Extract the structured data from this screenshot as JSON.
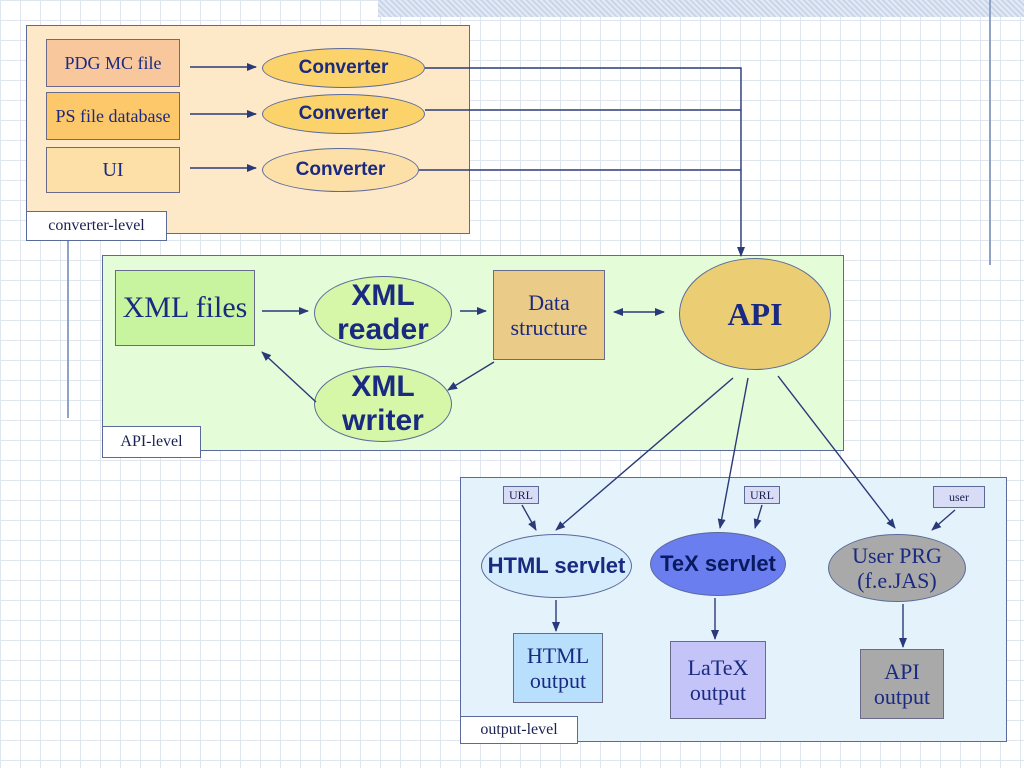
{
  "converter_level": {
    "tag": "converter-level",
    "sources": [
      "PDG MC file",
      "PS file database",
      "UI"
    ],
    "converters": [
      "Converter",
      "Converter",
      "Converter"
    ]
  },
  "api_level": {
    "tag": "API-level",
    "xml_files": "XML files",
    "xml_reader": "XML reader",
    "xml_writer": "XML writer",
    "data_structure": "Data structure",
    "api": "API"
  },
  "output_level": {
    "tag": "output-level",
    "html_servlet": "HTML servlet",
    "tex_servlet": "TeX servlet",
    "user_prg": "User PRG (f.e.JAS)",
    "html_output": "HTML output",
    "latex_output": "LaTeX output",
    "api_output": "API output",
    "url_label_1": "URL",
    "url_label_2": "URL",
    "user_label": "user"
  },
  "colors": {
    "converter_panel": "#fde8c8",
    "api_panel": "#e4fcd8",
    "output_panel": "#e4f2fc",
    "converter_ellipse": "#fbd36a",
    "api_ellipse": "#ebce74",
    "xml_ellipse": "#d6f7a8",
    "tex_servlet": "#6a7ef0",
    "user_prg": "#a9a9a9",
    "arrow": "#2a3a78"
  }
}
